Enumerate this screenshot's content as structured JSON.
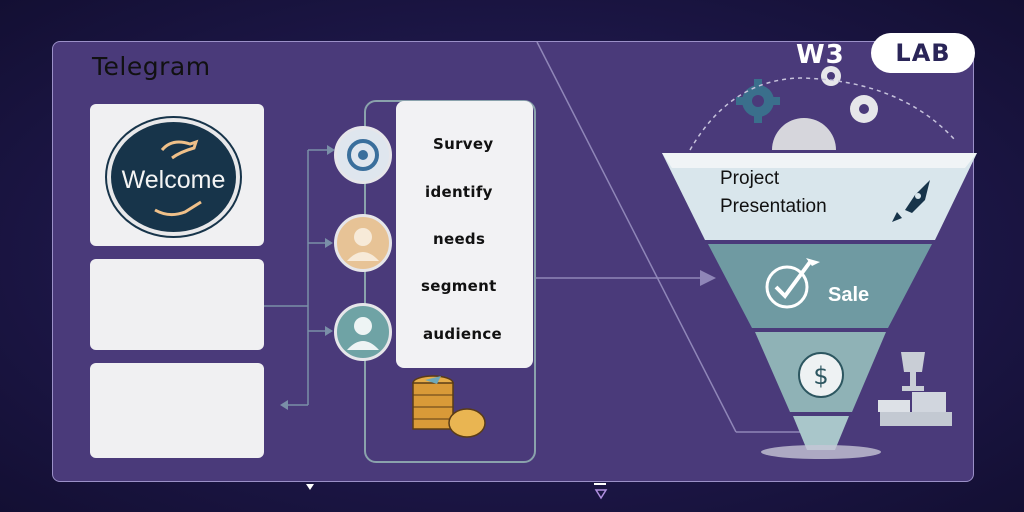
{
  "app": {
    "title": "Telegram"
  },
  "logo": {
    "part1": "W3",
    "part2": "LAB"
  },
  "welcome_card": {
    "text": "Welcome"
  },
  "steps": {
    "words": [
      "Survey",
      "identify",
      "needs",
      "segment",
      "audience"
    ]
  },
  "funnel": {
    "top_label_line1": "Project",
    "top_label_line2": "Presentation",
    "middle_label": "Sale",
    "bottom_icon": "dollar-icon"
  },
  "colors": {
    "background": "#1d1748",
    "panel": "#4a3a7a",
    "welcome_circle": "#17344a",
    "funnel_top": "#d9e6ec",
    "funnel_mid": "#6f9aa2",
    "funnel_low": "#8fb2b6"
  }
}
